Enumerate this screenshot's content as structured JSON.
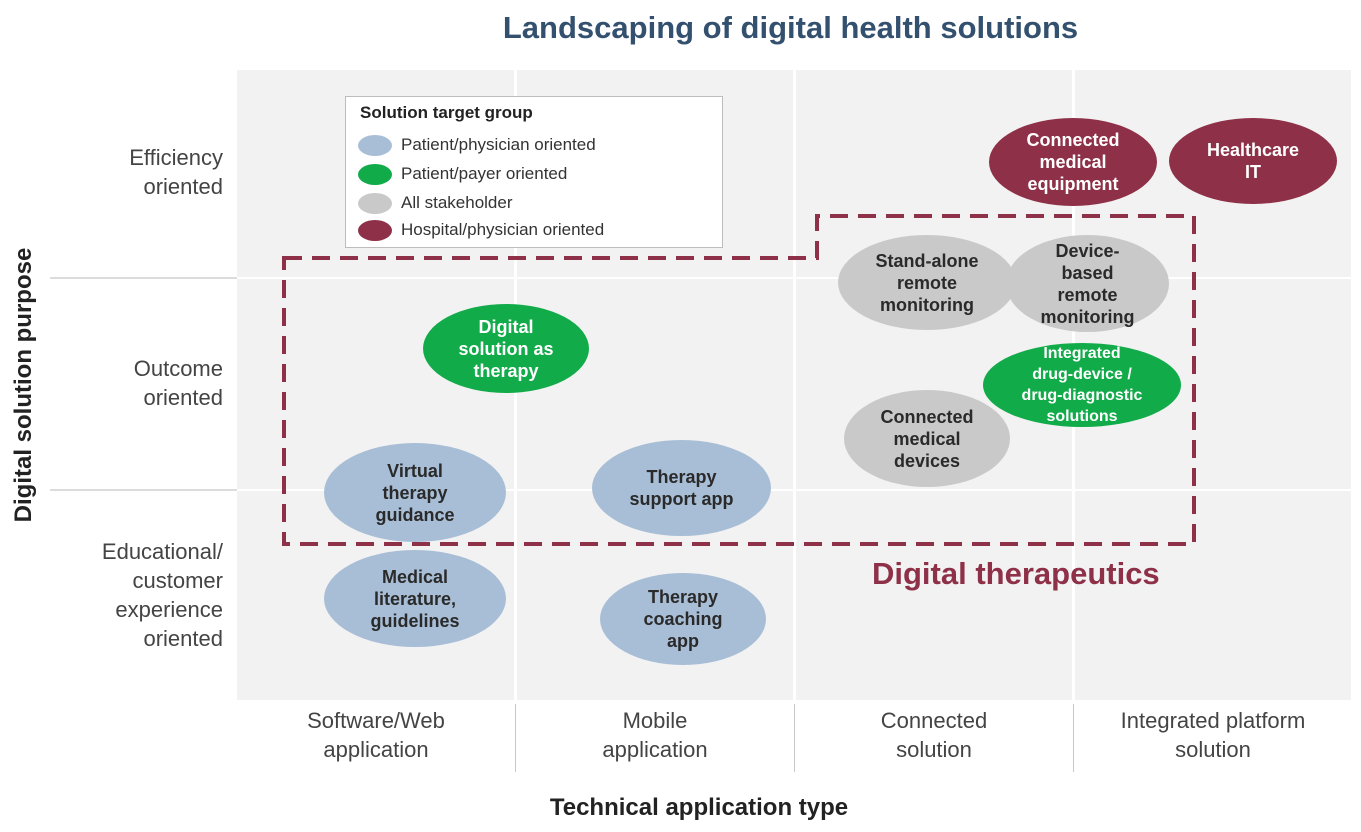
{
  "title": "Landscaping of digital health solutions",
  "y_axis_label": "Digital solution purpose",
  "x_axis_label": "Technical application type",
  "rows": [
    {
      "label": "Efficiency\noriented"
    },
    {
      "label": "Outcome\noriented"
    },
    {
      "label": "Educational/\ncustomer\nexperience\noriented"
    }
  ],
  "columns": [
    {
      "label": "Software/Web\napplication"
    },
    {
      "label": "Mobile\napplication"
    },
    {
      "label": "Connected\nsolution"
    },
    {
      "label": "Integrated platform\nsolution"
    }
  ],
  "legend": {
    "title": "Solution target group",
    "items": [
      {
        "label": "Patient/physician oriented",
        "color": "#a8bed6"
      },
      {
        "label": "Patient/payer oriented",
        "color": "#12ab4a"
      },
      {
        "label": "All stakeholder",
        "color": "#c9c9c9"
      },
      {
        "label": "Hospital/physician oriented",
        "color": "#8e3047"
      }
    ]
  },
  "region_label": "Digital therapeutics",
  "colors": {
    "title": "#33506f",
    "region": "#8e3047",
    "patient_physician": "#a8bed6",
    "patient_payer": "#12ab4a",
    "all_stakeholder": "#c9c9c9",
    "hospital_physician": "#8e3047"
  },
  "solutions": [
    {
      "label": "Connected\nmedical\nequipment",
      "group": "Hospital/physician oriented"
    },
    {
      "label": "Healthcare\nIT",
      "group": "Hospital/physician oriented"
    },
    {
      "label": "Stand-alone\nremote\nmonitoring",
      "group": "All stakeholder"
    },
    {
      "label": "Device-\nbased\nremote\nmonitoring",
      "group": "All stakeholder"
    },
    {
      "label": "Digital\nsolution as\ntherapy",
      "group": "Patient/payer oriented"
    },
    {
      "label": "Integrated\ndrug-device /\ndrug-diagnostic\nsolutions",
      "group": "Patient/payer oriented"
    },
    {
      "label": "Connected\nmedical\ndevices",
      "group": "All stakeholder"
    },
    {
      "label": "Virtual\ntherapy\nguidance",
      "group": "Patient/physician oriented"
    },
    {
      "label": "Therapy\nsupport app",
      "group": "Patient/physician oriented"
    },
    {
      "label": "Medical\nliterature,\nguidelines",
      "group": "Patient/physician oriented"
    },
    {
      "label": "Therapy\ncoaching\napp",
      "group": "Patient/physician oriented"
    }
  ]
}
